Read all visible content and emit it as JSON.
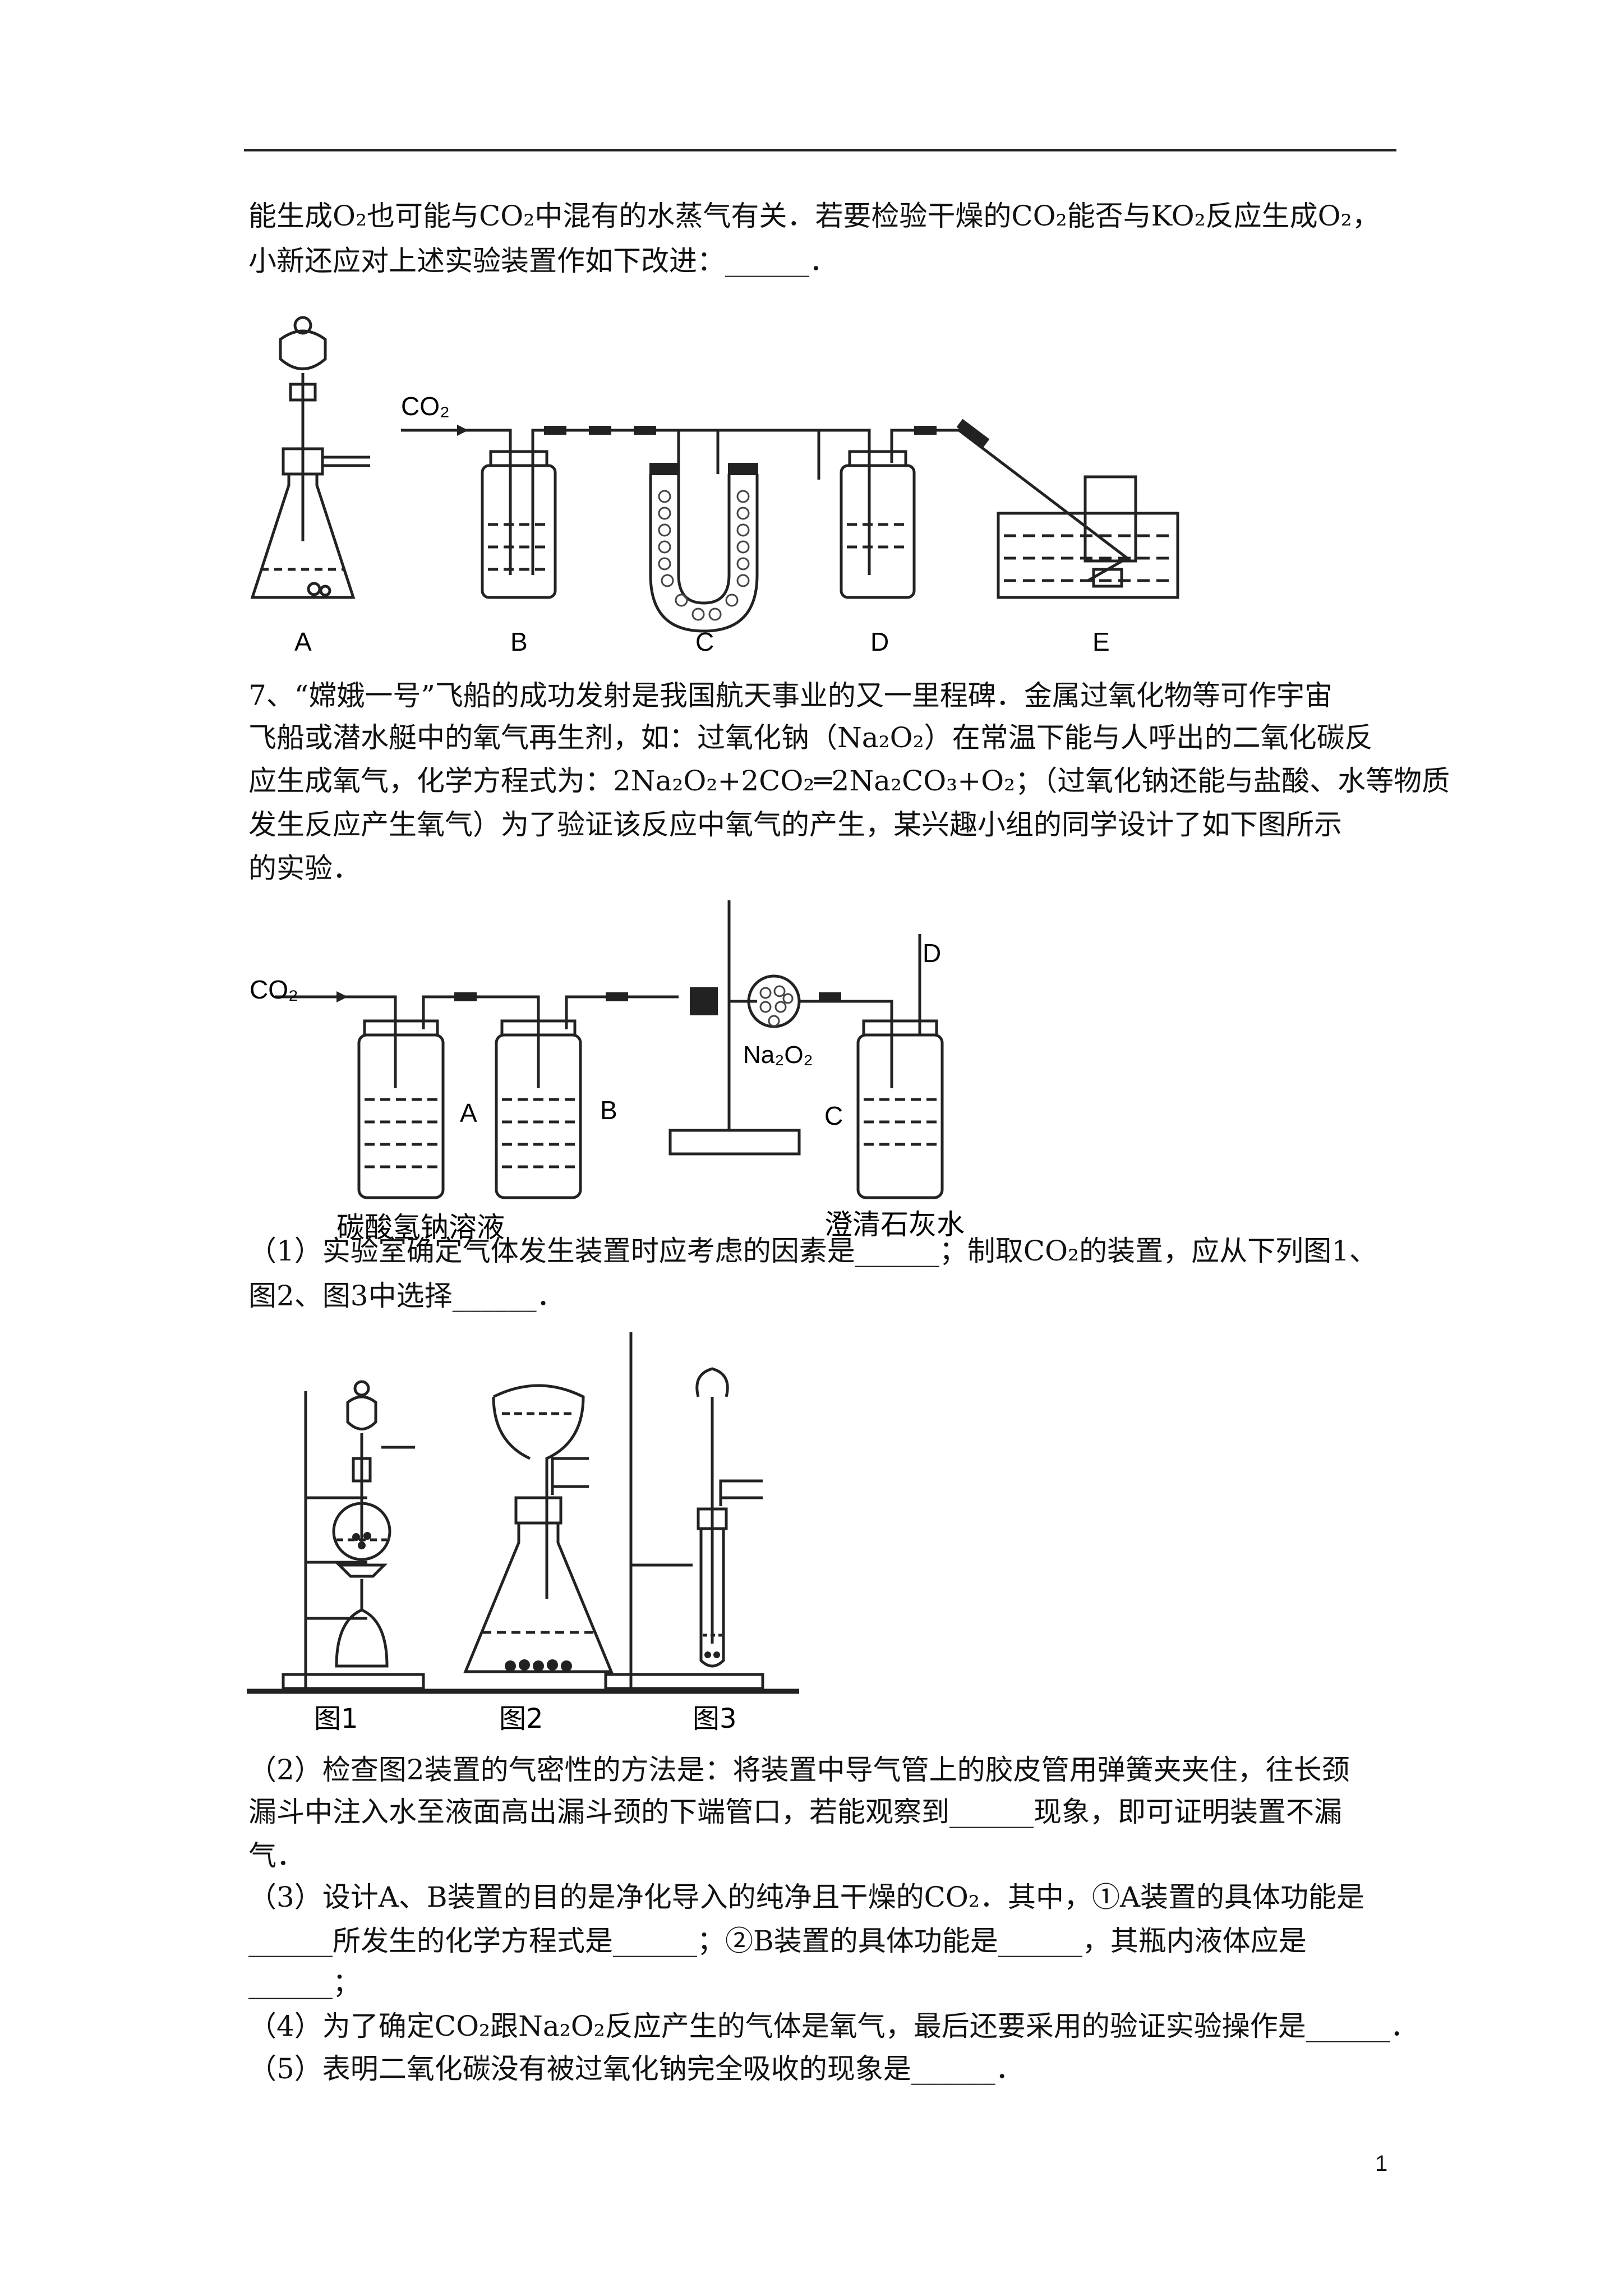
{
  "intro": {
    "line1": "能生成O₂也可能与CO₂中混有的水蒸气有关．若要检验干燥的CO₂能否与KO₂反应生成O₂，",
    "line2": "小新还应对上述实验装置作如下改进：______．"
  },
  "figure1": {
    "gas_label": "CO₂",
    "labels": [
      "A",
      "B",
      "C",
      "D",
      "E"
    ]
  },
  "q7": {
    "line1": "7、“嫦娥一号”飞船的成功发射是我国航天事业的又一里程碑．金属过氧化物等可作宇宙",
    "line2": "飞船或潜水艇中的氧气再生剂，如：过氧化钠（Na₂O₂）在常温下能与人呼出的二氧化碳反",
    "line3": "应生成氧气，化学方程式为：2Na₂O₂+2CO₂═2Na₂CO₃+O₂；（过氧化钠还能与盐酸、水等物质",
    "line4": "发生反应产生氧气）为了验证该反应中氧气的产生，某兴趣小组的同学设计了如下图所示",
    "line5": "的实验．"
  },
  "figure2": {
    "gas_label": "CO₂",
    "label_a": "A",
    "label_b": "B",
    "label_c": "C",
    "label_d": "D",
    "reagent_label": "Na₂O₂",
    "solution_a": "碳酸氢钠溶液",
    "solution_c": "澄清石灰水"
  },
  "q1": {
    "line1": "（1）实验室确定气体发生装置时应考虑的因素是______；制取CO₂的装置，应从下列图1、",
    "line2": "图2、图3中选择______．"
  },
  "figure3": {
    "labels": [
      "图1",
      "图2",
      "图3"
    ]
  },
  "q2": {
    "line1": "（2）检查图2装置的气密性的方法是：将装置中导气管上的胶皮管用弹簧夹夹住，往长颈",
    "line2": "漏斗中注入水至液面高出漏斗颈的下端管口，若能观察到______现象，即可证明装置不漏",
    "line3": "气．"
  },
  "q3": {
    "line1": "（3）设计A、B装置的目的是净化导入的纯净且干燥的CO₂．其中，①A装置的具体功能是",
    "line2": "______所发生的化学方程式是______；②B装置的具体功能是______，其瓶内液体应是",
    "line3": "______；"
  },
  "q4": {
    "line1": "（4）为了确定CO₂跟Na₂O₂反应产生的气体是氧气，最后还要采用的验证实验操作是______．"
  },
  "q5": {
    "line1": "（5）表明二氧化碳没有被过氧化钠完全吸收的现象是______．"
  },
  "footer": {
    "page_number": "1"
  }
}
